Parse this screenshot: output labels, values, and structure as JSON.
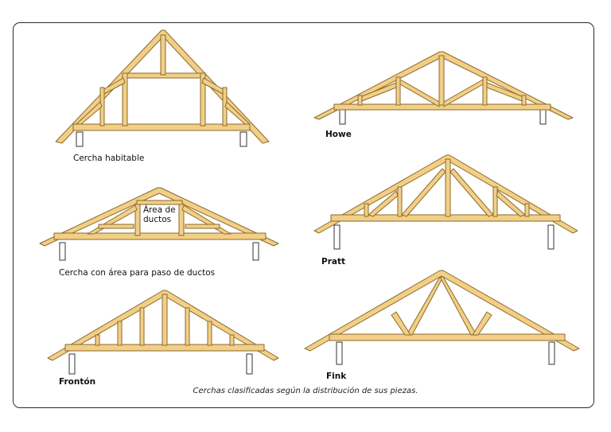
{
  "trusses": [
    {
      "id": "habitable",
      "label": "Cercha habitable"
    },
    {
      "id": "howe",
      "label": "Howe"
    },
    {
      "id": "ductos",
      "label": "Cercha con área para paso de ductos",
      "inner_label": "Área de ductos"
    },
    {
      "id": "pratt",
      "label": "Pratt"
    },
    {
      "id": "fronton",
      "label": "Frontón"
    },
    {
      "id": "fink",
      "label": "Fink"
    }
  ],
  "caption": "Cerchas clasificadas según la distribución de sus piezas.",
  "colors": {
    "wood": "#f2cf86",
    "wood_edge": "#8a6a2e",
    "frame": "#2a2a2a"
  }
}
